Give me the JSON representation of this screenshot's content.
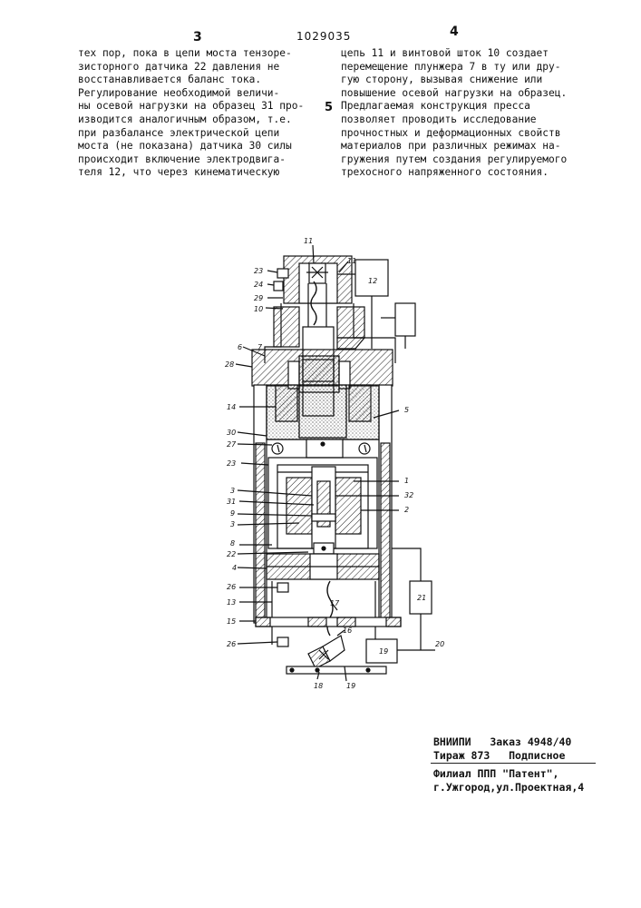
{
  "header": {
    "page_left": "3",
    "patent_id": "1029035",
    "page_right": "4"
  },
  "left_column": [
    "тех пор, пока в цепи моста тензоре-",
    "зисторного датчика 22 давления не",
    "восстанавливается баланс тока.",
    "   Регулирование необходимой величи-",
    "ны осевой нагрузки на образец 31 про-",
    "изводится аналогичным образом, т.е.",
    "при разбалансе электрической цепи",
    "моста (не показана) датчика 30 силы",
    "происходит включение электродвига-",
    "теля 12, что через кинематическую"
  ],
  "right_column": [
    "цепь 11 и винтовой шток 10 создает",
    "перемещение плунжера 7 в ту или дру-",
    "гую сторону, вызывая снижение или",
    "повышение  осевой нагрузки на образец.",
    "   Предлагаемая конструкция пресса",
    "позволяет проводить исследование",
    "прочностных и деформационных свойств",
    "материалов при различных режимах на-",
    "гружения путем создания регулируемого",
    "трехосного напряженного состояния."
  ],
  "line_number": "5",
  "figure_labels": {
    "l1": "1",
    "l2": "2",
    "l3a": "3",
    "l3b": "3",
    "l4": "4",
    "l5": "5",
    "l6": "6",
    "l7": "7",
    "l8": "8",
    "l9": "9",
    "l10": "10",
    "l11a": "11",
    "l11b": "11",
    "l12": "12",
    "l13": "13",
    "l14": "14",
    "l15": "15",
    "l16": "16",
    "l17": "17",
    "l18": "18",
    "l19a": "19",
    "l19b": "19",
    "l20": "20",
    "l21": "21",
    "l22": "22",
    "l23a": "23",
    "l23b": "23",
    "l24": "24",
    "l26a": "26",
    "l26b": "26",
    "l27": "27",
    "l28": "28",
    "l29": "29",
    "l30": "30",
    "l31": "31",
    "l32": "32"
  },
  "imprint": {
    "org": "ВНИИПИ",
    "order": "Заказ 4948/40",
    "circulation": "Тираж 873",
    "subscription": "Подписное",
    "branch": "Филиал ППП \"Патент\",",
    "address": "г.Ужгород,ул.Проектная,4"
  }
}
